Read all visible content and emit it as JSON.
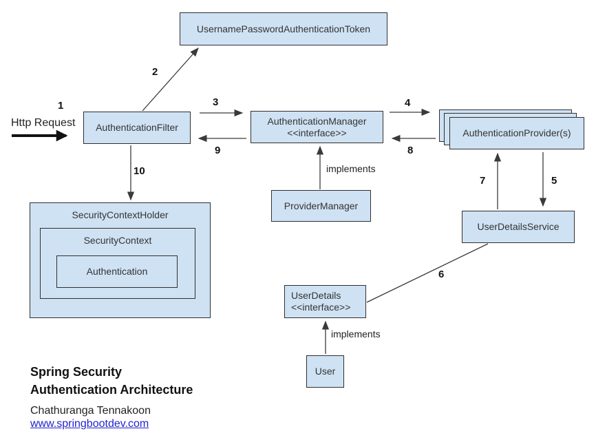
{
  "diagram": {
    "nodes": {
      "token": {
        "label": "UsernamePasswordAuthenticationToken"
      },
      "auth_filter": {
        "label": "AuthenticationFilter"
      },
      "auth_manager": {
        "label": "AuthenticationManager",
        "stereotype": "<<interface>>"
      },
      "auth_providers": {
        "label": "AuthenticationProvider(s)"
      },
      "security_context_holder": {
        "label": "SecurityContextHolder"
      },
      "security_context": {
        "label": "SecurityContext"
      },
      "authentication": {
        "label": "Authentication"
      },
      "provider_manager": {
        "label": "ProviderManager"
      },
      "user_details_service": {
        "label": "UserDetailsService"
      },
      "user_details": {
        "label": "UserDetails",
        "stereotype": "<<interface>>"
      },
      "user": {
        "label": "User"
      }
    },
    "edge_labels": {
      "step1": "1",
      "step2": "2",
      "step3": "3",
      "step4": "4",
      "step5": "5",
      "step6": "6",
      "step7": "7",
      "step8": "8",
      "step9": "9",
      "step10": "10",
      "implements_provider_manager": "implements",
      "implements_user": "implements",
      "http_request": "Http Request"
    },
    "colors": {
      "node_fill": "#cfe2f3",
      "node_border": "#2e2e2e",
      "arrow": "#3a3a3a",
      "http_arrow": "#111111",
      "link": "#2222cc"
    }
  },
  "footer": {
    "title_line1": "Spring Security",
    "title_line2": "Authentication Architecture",
    "author": "Chathuranga Tennakoon",
    "website": "www.springbootdev.com"
  }
}
